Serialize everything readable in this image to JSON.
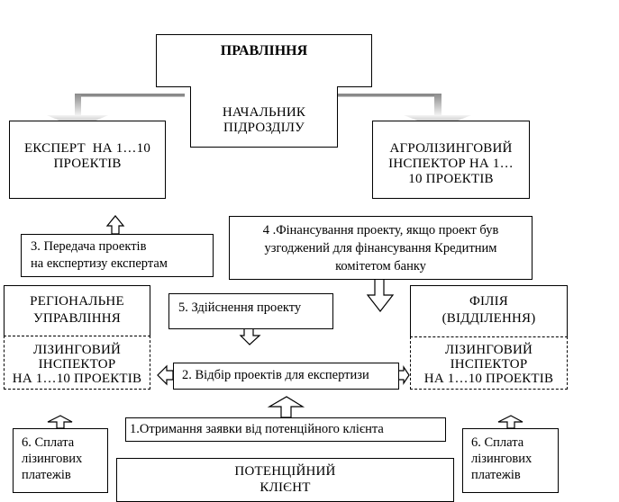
{
  "nodes": {
    "board": {
      "lines": [
        "ПРАВЛІННЯ"
      ]
    },
    "head": {
      "lines": [
        "НАЧАЛЬНИК",
        "ПІДРОЗДІЛУ"
      ]
    },
    "expert": {
      "lines": [
        "ЕКСПЕРТ  НА 1…10",
        "ПРОЕКТІВ"
      ]
    },
    "agro_inspector": {
      "lines": [
        "АГРОЛІЗИНГОВИЙ",
        "ІНСПЕКТОР НА 1…",
        "10 ПРОЕКТІВ"
      ]
    },
    "regional_office": {
      "title_lines": [
        "РЕГІОНАЛЬНЕ",
        "УПРАВЛІННЯ"
      ],
      "inspector_lines": [
        "ЛІЗИНГОВИЙ",
        "ІНСПЕКТОР",
        "НА 1…10 ПРОЕКТІВ"
      ]
    },
    "branch": {
      "title_lines": [
        "ФІЛІЯ",
        "(ВІДДІЛЕННЯ)"
      ],
      "inspector_lines": [
        "ЛІЗИНГОВИЙ",
        "ІНСПЕКТОР",
        "НА 1…10 ПРОЕКТІВ"
      ]
    },
    "client": {
      "lines": [
        "ПОТЕНЦІЙНИЙ",
        "КЛІЄНТ"
      ]
    }
  },
  "steps": {
    "step1": {
      "lines": [
        "1.Отримання заявки від потенційного клієнта"
      ]
    },
    "step2": {
      "lines": [
        "2. Відбір проектів для експертизи"
      ]
    },
    "step3": {
      "lines": [
        "3. Передача проектів",
        "на експертизу експертам"
      ]
    },
    "step4": {
      "lines": [
        "4 .Фінансування проекту, якщо проект був",
        "узгоджений для фінансування Кредитним",
        "комітетом банку"
      ]
    },
    "step5": {
      "lines": [
        "5. Здійснення проекту"
      ]
    },
    "step6_left": {
      "lines": [
        "6. Сплата",
        "лізингових",
        "платежів"
      ]
    },
    "step6_right": {
      "lines": [
        "6. Сплата",
        "лізингових",
        "платежів"
      ]
    }
  },
  "colors": {
    "border": "#000000",
    "connector": "#8a8a8a",
    "connector_light": "#f0f0f0",
    "background": "#ffffff"
  }
}
